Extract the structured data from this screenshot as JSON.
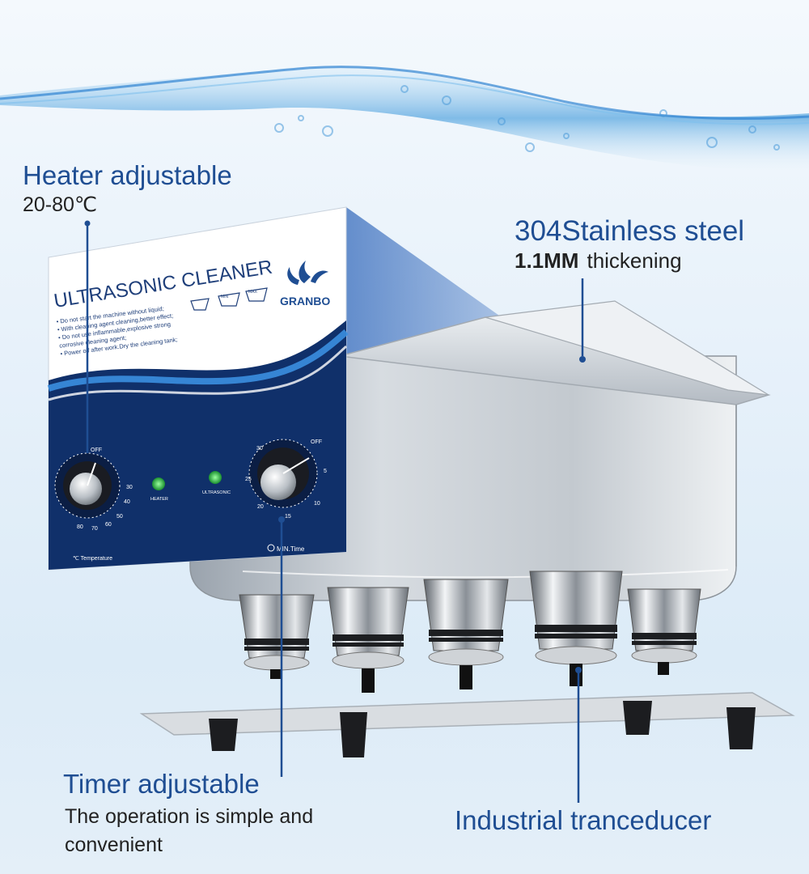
{
  "callouts": {
    "heater": {
      "title": "Heater adjustable",
      "range": "20-80℃"
    },
    "steel": {
      "title": "304Stainless steel",
      "thickness": "1.1MM",
      "thickness_suffix": "thickening"
    },
    "timer": {
      "title": "Timer adjustable",
      "description": "The operation is simple and convenient"
    },
    "transducer": {
      "title": "Industrial tranceducer"
    }
  },
  "panel": {
    "title": "ULTRASONIC CLEANER",
    "brand": "GRANBO",
    "warnings": [
      "• Do not start the machine without liquid;",
      "• With cleaning agent cleaning,better effect;",
      "• Do not use inflammable,explosive strong",
      "  corrosive cleaning agent;",
      "• Power off after work.Dry the cleaning tank;"
    ],
    "level_min": "MIN",
    "level_max": "MAX",
    "heater_led": "HEATER",
    "ultrasonic_led": "ULTRASONIC",
    "temp_label": "℃ Temperature",
    "time_label": "MIN.Time",
    "temp_dial": {
      "off": "OFF",
      "marks": [
        "30",
        "40",
        "50",
        "60",
        "70",
        "80"
      ]
    },
    "time_dial": {
      "off": "OFF",
      "marks": [
        "5",
        "10",
        "15",
        "20",
        "25",
        "30"
      ]
    }
  },
  "colors": {
    "panel_navy": "#10306a",
    "accent_blue": "#1f4e93",
    "led_green": "#2fbf4a"
  }
}
